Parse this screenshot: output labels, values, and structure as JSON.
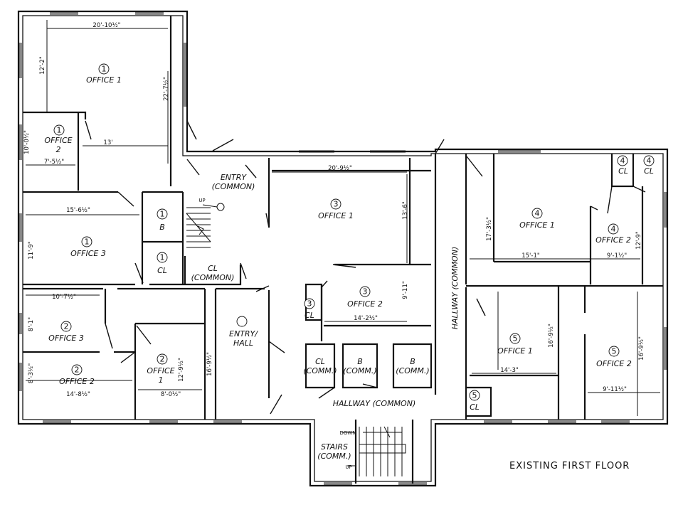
{
  "title": "EXISTING FIRST FLOOR",
  "rooms": [
    {
      "id": "u1-office1",
      "unit": "1",
      "label": "OFFICE 1",
      "dims": [
        "20'-10½\"",
        "12'-2\"",
        "22'-7½\""
      ]
    },
    {
      "id": "u1-office2",
      "unit": "1",
      "label": "OFFICE 2",
      "dims": [
        "13'",
        "10'-0½\"",
        "7'-5½\""
      ]
    },
    {
      "id": "u1-office3",
      "unit": "1",
      "label": "OFFICE 3",
      "dims": [
        "15'-6½\"",
        "11'-9\""
      ]
    },
    {
      "id": "u1-b",
      "unit": "1",
      "label": "B",
      "dims": []
    },
    {
      "id": "u1-cl",
      "unit": "1",
      "label": "CL",
      "dims": []
    },
    {
      "id": "cl-common",
      "unit": "",
      "label": "CL (COMMON)",
      "dims": []
    },
    {
      "id": "entry-common",
      "unit": "",
      "label": "ENTRY (COMMON)",
      "dims": []
    },
    {
      "id": "u2-entry-hall",
      "unit": "2",
      "label": "ENTRY/ HALL",
      "dims": []
    },
    {
      "id": "u2-office3",
      "unit": "2",
      "label": "OFFICE 3",
      "dims": [
        "10'-7½\"",
        "8'-1\""
      ]
    },
    {
      "id": "u2-office2",
      "unit": "2",
      "label": "OFFICE 2",
      "dims": [
        "8'-3½\"",
        "14'-8½\""
      ]
    },
    {
      "id": "u2-office1",
      "unit": "2",
      "label": "OFFICE 1",
      "dims": [
        "12'-9½\"",
        "8'-0½\"",
        "16'-9½\""
      ]
    },
    {
      "id": "u3-office1",
      "unit": "3",
      "label": "OFFICE 1",
      "dims": [
        "20'-9½\"",
        "13'-6\""
      ]
    },
    {
      "id": "u3-office2",
      "unit": "3",
      "label": "OFFICE 2",
      "dims": [
        "9'-11\"",
        "14'-2½\""
      ]
    },
    {
      "id": "u3-cl",
      "unit": "3",
      "label": "CL",
      "dims": []
    },
    {
      "id": "cl-comm",
      "unit": "",
      "label": "CL (COMM.)",
      "dims": []
    },
    {
      "id": "b-comm-1",
      "unit": "",
      "label": "B (COMM.)",
      "dims": []
    },
    {
      "id": "b-comm-2",
      "unit": "",
      "label": "B (COMM.)",
      "dims": []
    },
    {
      "id": "hallway-bottom",
      "unit": "",
      "label": "HALLWAY (COMMON)",
      "dims": []
    },
    {
      "id": "hallway-vertical",
      "unit": "",
      "label": "HALLWAY (COMMON)",
      "dims": []
    },
    {
      "id": "stairs-comm",
      "unit": "",
      "label": "STAIRS (COMM.)",
      "dims": []
    },
    {
      "id": "u4-office1",
      "unit": "4",
      "label": "OFFICE 1",
      "dims": [
        "17'-3½\"",
        "15'-1\""
      ]
    },
    {
      "id": "u4-office2",
      "unit": "4",
      "label": "OFFICE 2",
      "dims": [
        "12'-9\"",
        "9'-1½\""
      ]
    },
    {
      "id": "u4-cl-a",
      "unit": "4",
      "label": "CL",
      "dims": []
    },
    {
      "id": "u4-cl-b",
      "unit": "4",
      "label": "CL",
      "dims": []
    },
    {
      "id": "u5-office1",
      "unit": "5",
      "label": "OFFICE 1",
      "dims": [
        "16'-9½\"",
        "14'-3\""
      ]
    },
    {
      "id": "u5-office2",
      "unit": "5",
      "label": "OFFICE 2",
      "dims": [
        "16'-9½\"",
        "9'-11½\""
      ]
    },
    {
      "id": "u5-cl",
      "unit": "5",
      "label": "CL",
      "dims": []
    }
  ],
  "stairs": {
    "up_label": "UP",
    "down_label": "DOWN"
  }
}
